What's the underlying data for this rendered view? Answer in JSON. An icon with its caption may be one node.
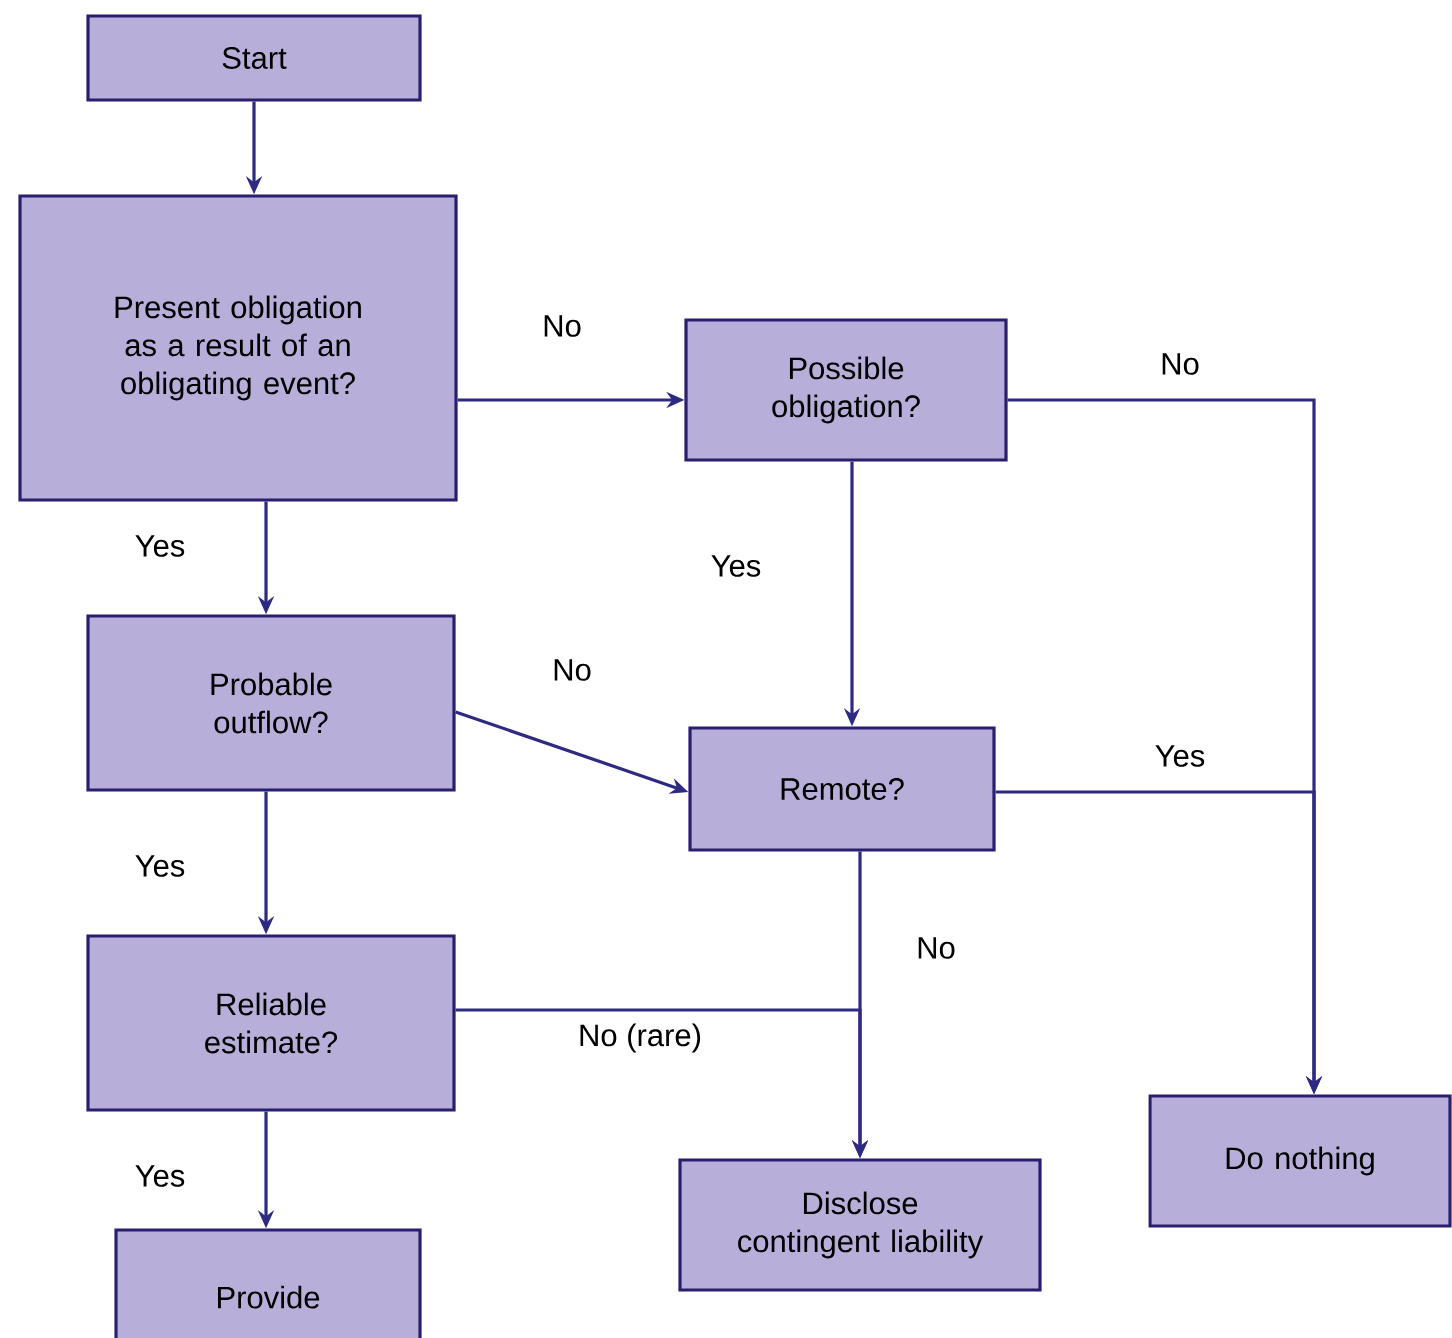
{
  "diagram": {
    "nodes": [
      {
        "text": [
          "Start"
        ]
      },
      {
        "text": [
          "Present obligation as a result of an obligating event?"
        ]
      },
      {
        "text": [
          "Possible obligation?"
        ]
      },
      {
        "text": [
          "Probable outflow?"
        ]
      },
      {
        "text": [
          "Remote?"
        ]
      },
      {
        "text": [
          "Reliable estimate?"
        ]
      },
      {
        "text": [
          "Do nothing"
        ]
      },
      {
        "text": [
          "Disclose contingent liability"
        ]
      },
      {
        "text": [
          "Provide"
        ]
      }
    ],
    "edges": [
      {
        "from": 0,
        "to": 1,
        "arrow": "to"
      },
      {
        "from": 1,
        "to": 2,
        "arrow": "to",
        "label": "No"
      },
      {
        "from": 2,
        "to": 6,
        "arrow": "to",
        "label": "No"
      },
      {
        "from": 1,
        "to": 3,
        "arrow": "to",
        "label": "Yes"
      },
      {
        "from": 2,
        "to": 4,
        "arrow": "to",
        "label": "Yes"
      },
      {
        "from": 3,
        "to": 4,
        "arrow": "to",
        "label": "No"
      },
      {
        "from": 4,
        "to": 6,
        "arrow": "to",
        "label": "Yes"
      },
      {
        "from": 3,
        "to": 5,
        "arrow": "to",
        "label": "Yes"
      },
      {
        "from": 4,
        "to": 7,
        "arrow": "to",
        "label": "No"
      },
      {
        "from": 5,
        "to": 7,
        "arrow": "to",
        "label": "No (rare)"
      },
      {
        "from": 5,
        "to": 8,
        "arrow": "to",
        "label": "Yes"
      }
    ]
  }
}
